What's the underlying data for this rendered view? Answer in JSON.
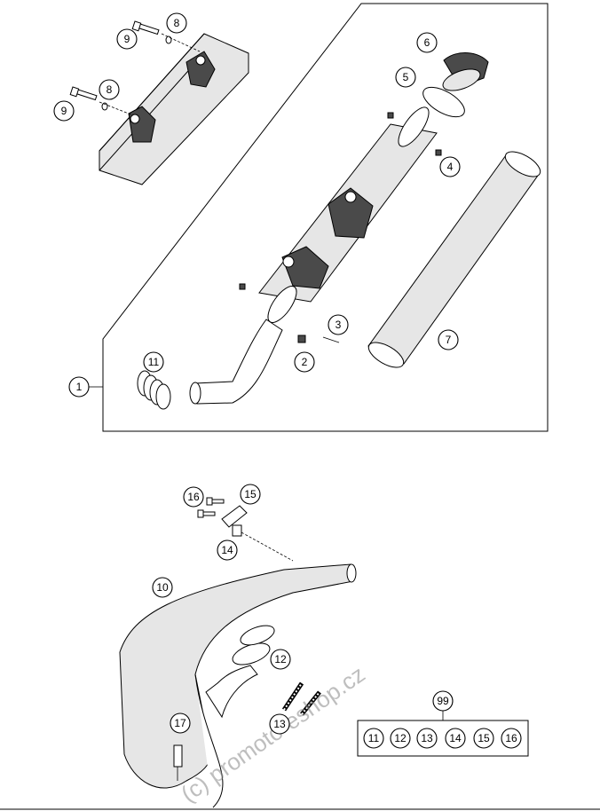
{
  "callouts": {
    "c1": "1",
    "c2": "2",
    "c3": "3",
    "c4": "4",
    "c5": "5",
    "c6": "6",
    "c7": "7",
    "c8a": "8",
    "c8b": "8",
    "c9a": "9",
    "c9b": "9",
    "c10": "10",
    "c11a": "11",
    "c12": "12",
    "c13": "13",
    "c14": "14",
    "c15": "15",
    "c16": "16",
    "c17": "17",
    "c99": "99"
  },
  "kit_99": [
    "11",
    "12",
    "13",
    "14",
    "15",
    "16"
  ],
  "watermark": "(c) promoto-eshop.cz"
}
